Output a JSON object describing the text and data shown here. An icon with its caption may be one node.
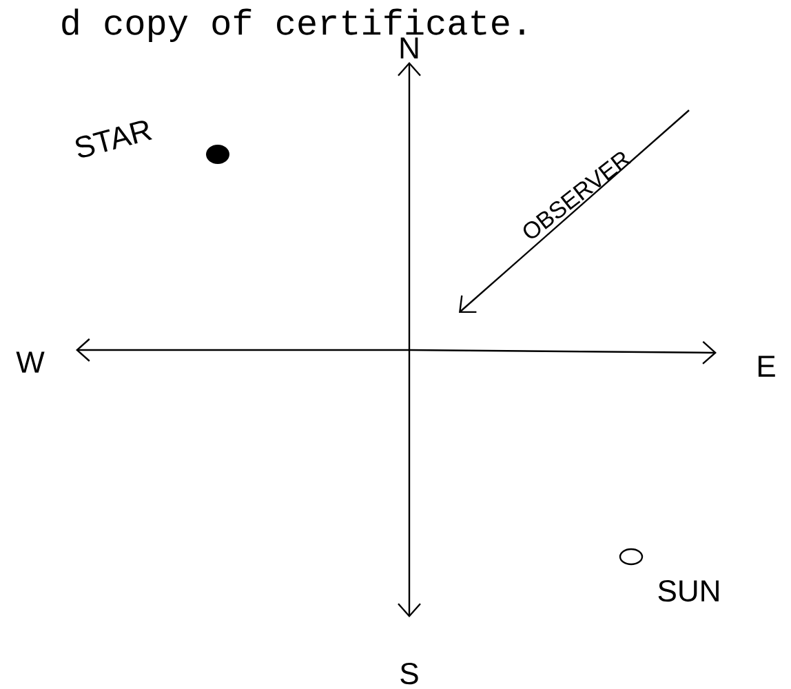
{
  "diagram": {
    "labels": [
      "d copy of certificate.",
      "N",
      "STAR",
      "OBSERVER",
      "W",
      "E",
      "S",
      "SUN"
    ]
  }
}
